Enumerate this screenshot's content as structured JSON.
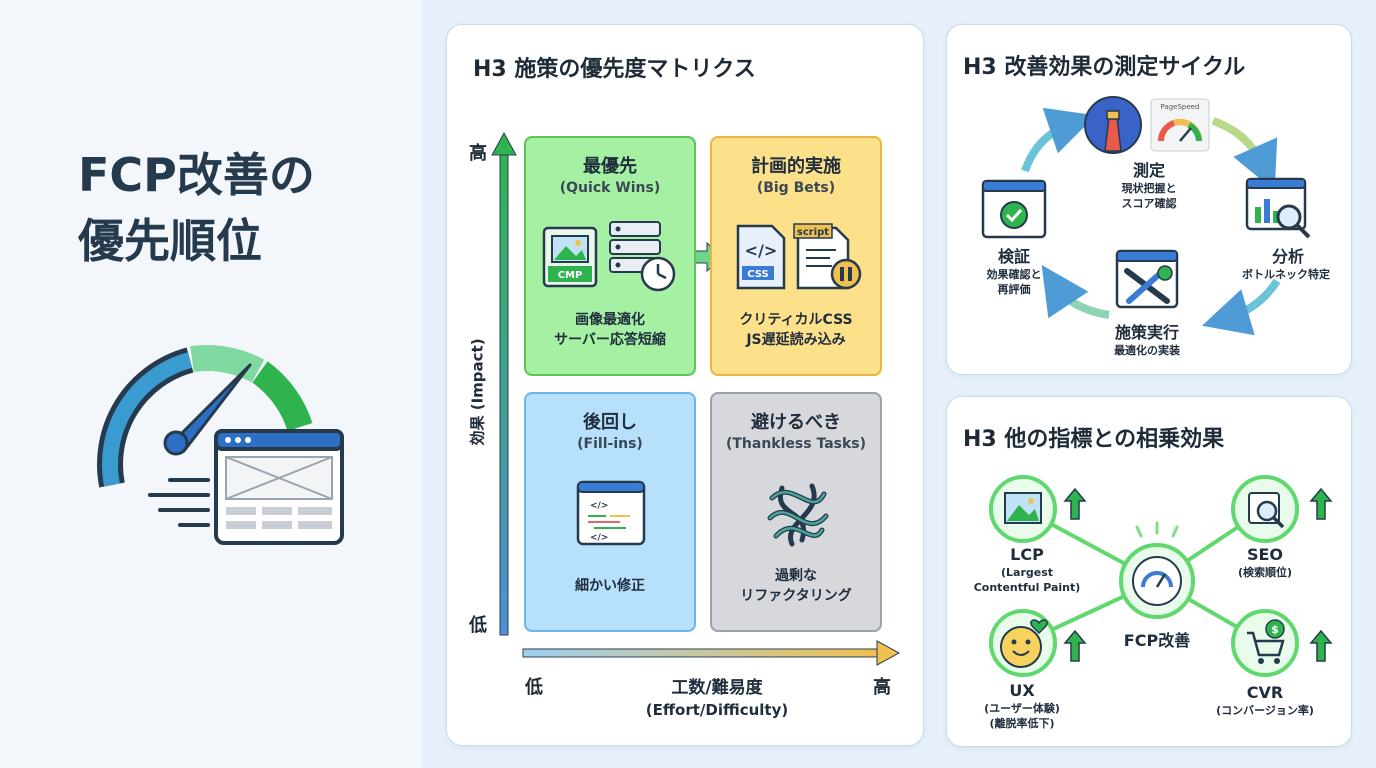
{
  "page_title": [
    "FCP改善の",
    "優先順位"
  ],
  "matrix": {
    "title": "H3 施策の優先度マトリクス",
    "y_axis": {
      "high": "高",
      "low": "低",
      "label": "効果 (Impact)"
    },
    "x_axis": {
      "low": "低",
      "high": "高",
      "label": "工数/難易度",
      "label_en": "(Effort/Difficulty)"
    },
    "quadrants": {
      "quick_wins": {
        "title": "最優先",
        "subtitle": "(Quick Wins)",
        "icon_text": "CMP",
        "lines": [
          "画像最適化",
          "サーバー応答短縮"
        ]
      },
      "big_bets": {
        "title": "計画的実施",
        "subtitle": "(Big Bets)",
        "icon_text_css": "CSS",
        "icon_text_script": "script",
        "lines": [
          "クリティカルCSS",
          "JS遅延読み込み"
        ]
      },
      "fill_ins": {
        "title": "後回し",
        "subtitle": "(Fill-ins)",
        "lines": [
          "細かい修正"
        ]
      },
      "thankless": {
        "title": "避けるべき",
        "subtitle": "(Thankless Tasks)",
        "lines": [
          "過剰な",
          "リファクタリング"
        ]
      }
    }
  },
  "cycle": {
    "title": "H3 改善効果の測定サイクル",
    "pagespeed_label": "PageSpeed",
    "steps": {
      "measure": {
        "title": "測定",
        "lines": [
          "現状把握と",
          "スコア確認"
        ]
      },
      "analyze": {
        "title": "分析",
        "lines": [
          "ボトルネック特定"
        ]
      },
      "implement": {
        "title": "施策実行",
        "lines": [
          "最適化の実装"
        ]
      },
      "verify": {
        "title": "検証",
        "lines": [
          "効果確認と",
          "再評価"
        ]
      }
    }
  },
  "synergy": {
    "title": "H3 他の指標との相乗効果",
    "center": "FCP改善",
    "nodes": {
      "lcp": {
        "title": "LCP",
        "lines": [
          "(Largest",
          "Contentful Paint)"
        ]
      },
      "seo": {
        "title": "SEO",
        "lines": [
          "(検索順位)"
        ]
      },
      "ux": {
        "title": "UX",
        "lines": [
          "(ユーザー体験)",
          "(離脱率低下)"
        ]
      },
      "cvr": {
        "title": "CVR",
        "lines": [
          "(コンバージョン率)"
        ]
      }
    }
  },
  "colors": {
    "green": "#2fb34e",
    "navy": "#263a4e",
    "blue": "#3a7bd5",
    "yellow": "#fde08a"
  }
}
